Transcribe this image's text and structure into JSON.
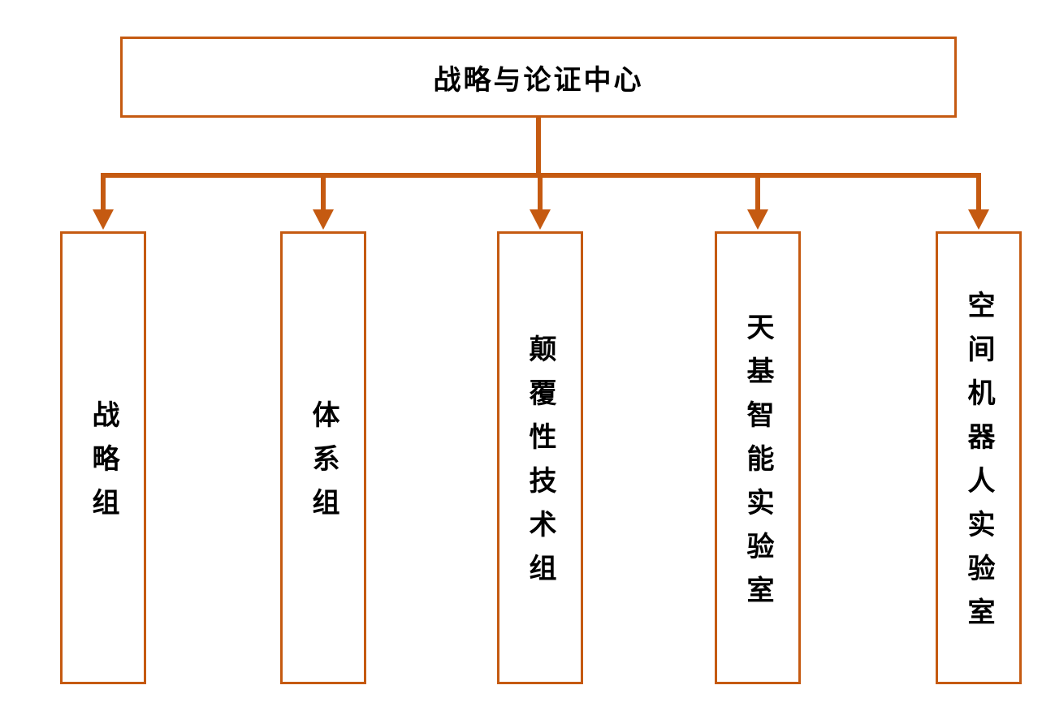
{
  "colors": {
    "accent": "#C55A11",
    "text": "#000000",
    "background": "#FFFFFF"
  },
  "root": {
    "label": "战略与论证中心"
  },
  "children": [
    {
      "label": "战略组"
    },
    {
      "label": "体系组"
    },
    {
      "label": "颠覆性技术组"
    },
    {
      "label": "天基智能实验室"
    },
    {
      "label": "空间机器人实验室"
    }
  ]
}
